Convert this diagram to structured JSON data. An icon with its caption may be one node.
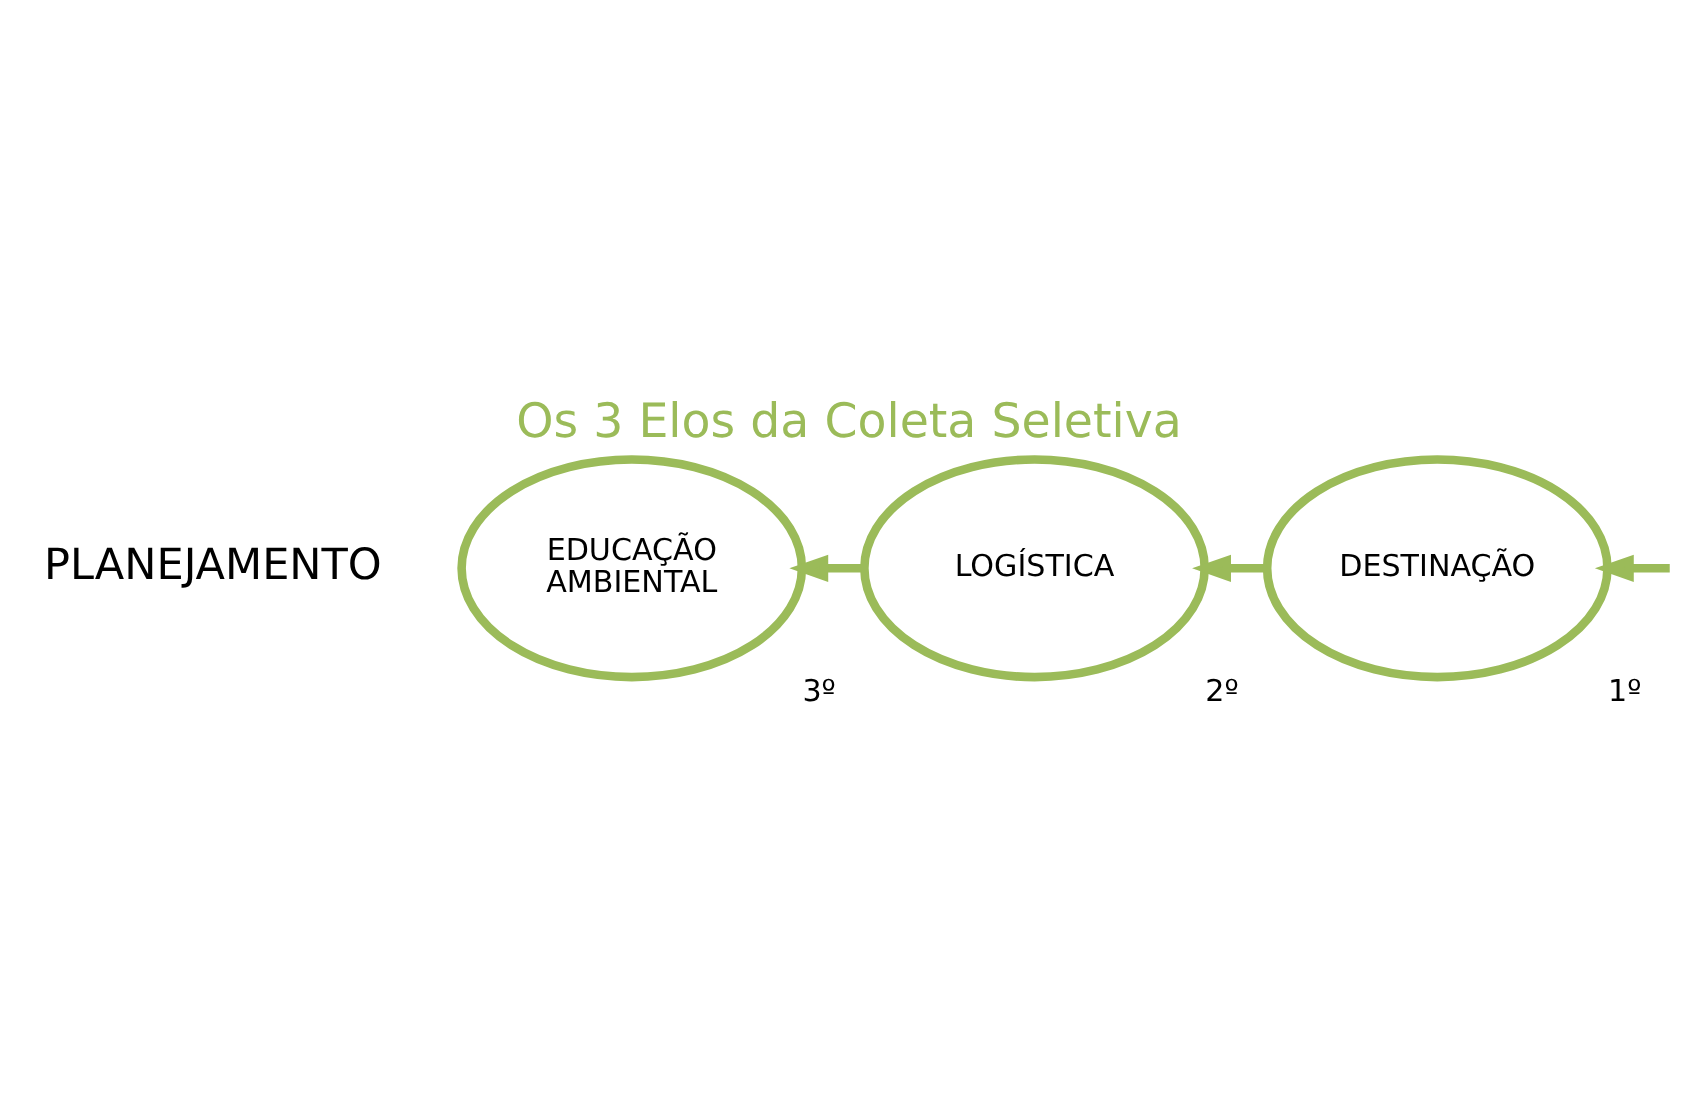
{
  "diagram": {
    "title": "Os 3 Elos da Coleta Seletiva",
    "nodes": [
      {
        "text": [
          "EDUCAÇÃO AMBIENTAL"
        ],
        "beside": [
          "3º"
        ]
      },
      {
        "text": [
          "LOGÍSTICA"
        ],
        "beside": [
          "2º"
        ]
      },
      {
        "text": [
          "DESTINAÇÃO"
        ],
        "beside": [
          "1º"
        ]
      }
    ],
    "edges": [
      {
        "from": null,
        "to": 2,
        "arrow": "to"
      },
      {
        "from": 2,
        "to": 1,
        "arrow": "to"
      },
      {
        "from": 1,
        "to": 0,
        "arrow": "to"
      }
    ],
    "labels": [
      "PLANEJAMENTO"
    ]
  }
}
